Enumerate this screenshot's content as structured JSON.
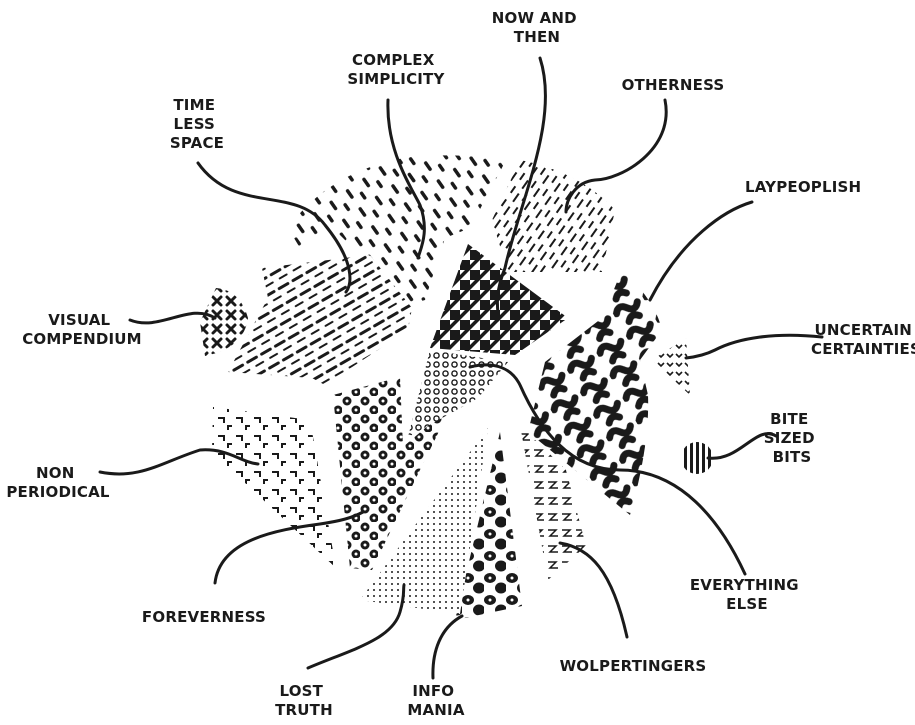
{
  "labels": {
    "now_and_then": [
      "NOW AND",
      "THEN"
    ],
    "complex_simplicity": [
      "COMPLEX",
      "SIMPLICITY"
    ],
    "time_less_space": [
      "TIME",
      "LESS",
      "SPACE"
    ],
    "otherness": [
      "OTHERNESS"
    ],
    "laypeoplish": [
      "LAYPEOPLISH"
    ],
    "visual_compendium": [
      "VISUAL",
      "COMPENDIUM"
    ],
    "uncertain_certainties": [
      "UNCERTAIN",
      "CERTAINTIES"
    ],
    "bite_sized_bits": [
      "BITE",
      "SIZED",
      "BITS"
    ],
    "non_periodical": [
      "NON",
      "PERIODICAL"
    ],
    "everything_else": [
      "EVERYTHING",
      "ELSE"
    ],
    "foreverness": [
      "FOREVERNESS"
    ],
    "wolpertingers": [
      "WOLPERTINGERS"
    ],
    "lost_truth": [
      "LOST",
      "TRUTH"
    ],
    "info_mania": [
      "INFO",
      "MANIA"
    ]
  },
  "colors": {
    "ink": "#1a1a1a",
    "paper": "#ffffff"
  }
}
